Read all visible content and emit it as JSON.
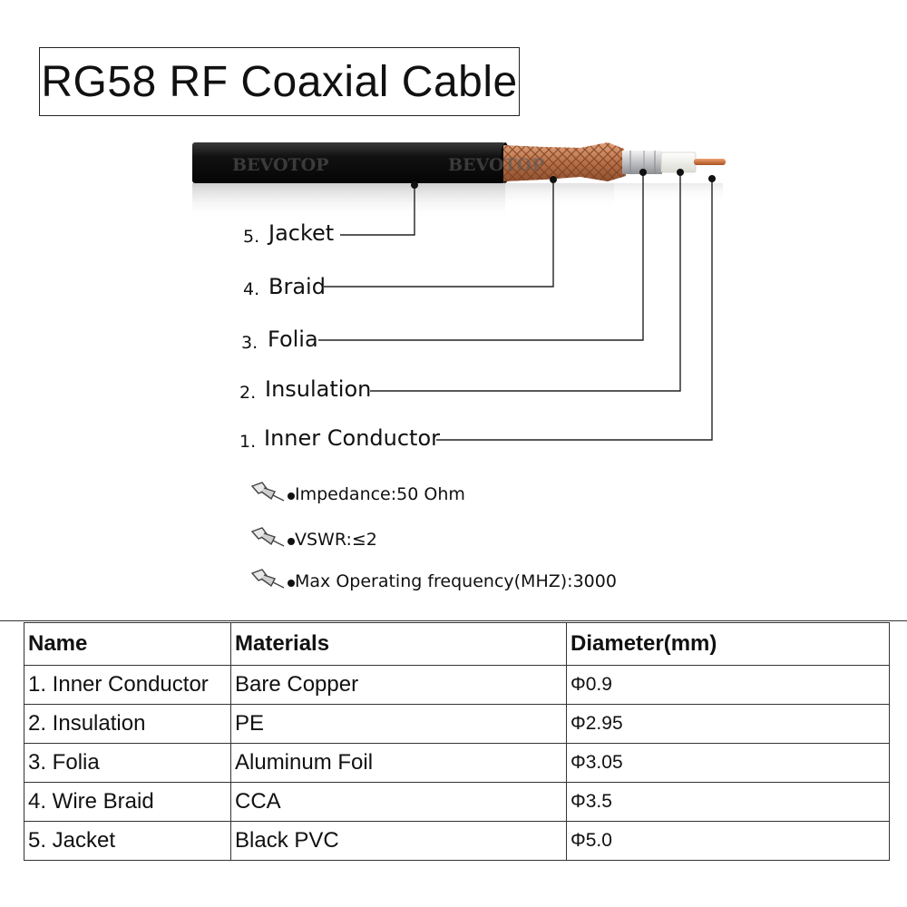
{
  "title": "RG58 RF Coaxial Cable",
  "watermark": "BEVOTOP",
  "layers": [
    {
      "number": "5.",
      "label": "Jacket"
    },
    {
      "number": "4.",
      "label": "Braid"
    },
    {
      "number": "3.",
      "label": "Folia"
    },
    {
      "number": "2.",
      "label": "Insulation"
    },
    {
      "number": "1.",
      "label": "Inner Conductor"
    }
  ],
  "specs": [
    {
      "icon": "pushpin-icon",
      "text": "Impedance:50 Ohm"
    },
    {
      "icon": "pushpin-icon",
      "text": "VSWR:≤2"
    },
    {
      "icon": "pushpin-icon",
      "text": "Max Operating frequency(MHZ):3000"
    }
  ],
  "table": {
    "headers": [
      "Name",
      "Materials",
      "Diameter(mm)"
    ],
    "rows": [
      [
        "1. Inner Conductor",
        "Bare Copper",
        "Φ0.9"
      ],
      [
        "2. Insulation",
        "PE",
        "Φ2.95"
      ],
      [
        "3. Folia",
        "Aluminum Foil",
        "Φ3.05"
      ],
      [
        "4. Wire Braid",
        "CCA",
        "Φ3.5"
      ],
      [
        "5. Jacket",
        "Black PVC",
        "Φ5.0"
      ]
    ]
  },
  "colors": {
    "jacket": "#111111",
    "braid": "#c8825a",
    "foil": "#d9dadc",
    "insulation": "#f2f2ee",
    "conductor": "#cc6a38"
  }
}
